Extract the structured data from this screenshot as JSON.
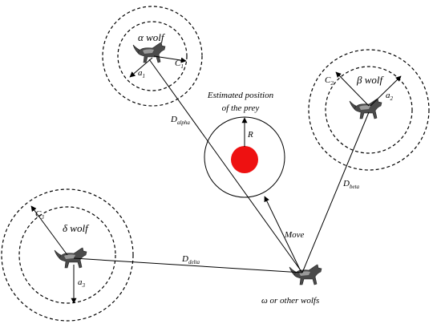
{
  "alpha": {
    "greek": "α",
    "word": "wolf",
    "c": "C",
    "c_sub": "1",
    "a": "a",
    "a_sub": "1"
  },
  "beta": {
    "greek": "β",
    "word": "wolf",
    "c": "C",
    "c_sub": "2",
    "a": "a",
    "a_sub": "2"
  },
  "delta": {
    "greek": "δ",
    "word": "wolf",
    "c": "C",
    "c_sub": "3",
    "a": "a",
    "a_sub": "3"
  },
  "omega": {
    "label": "ω or other wolfs"
  },
  "prey": {
    "title_line1": "Estimated position",
    "title_line2": "of the prey",
    "radius_label": "R",
    "color": "#ee1111"
  },
  "distances": {
    "alpha": {
      "d": "D",
      "sub": "alpha"
    },
    "beta": {
      "d": "D",
      "sub": "beta"
    },
    "delta": {
      "d": "D",
      "sub": "delta"
    }
  },
  "move_label": "Move"
}
